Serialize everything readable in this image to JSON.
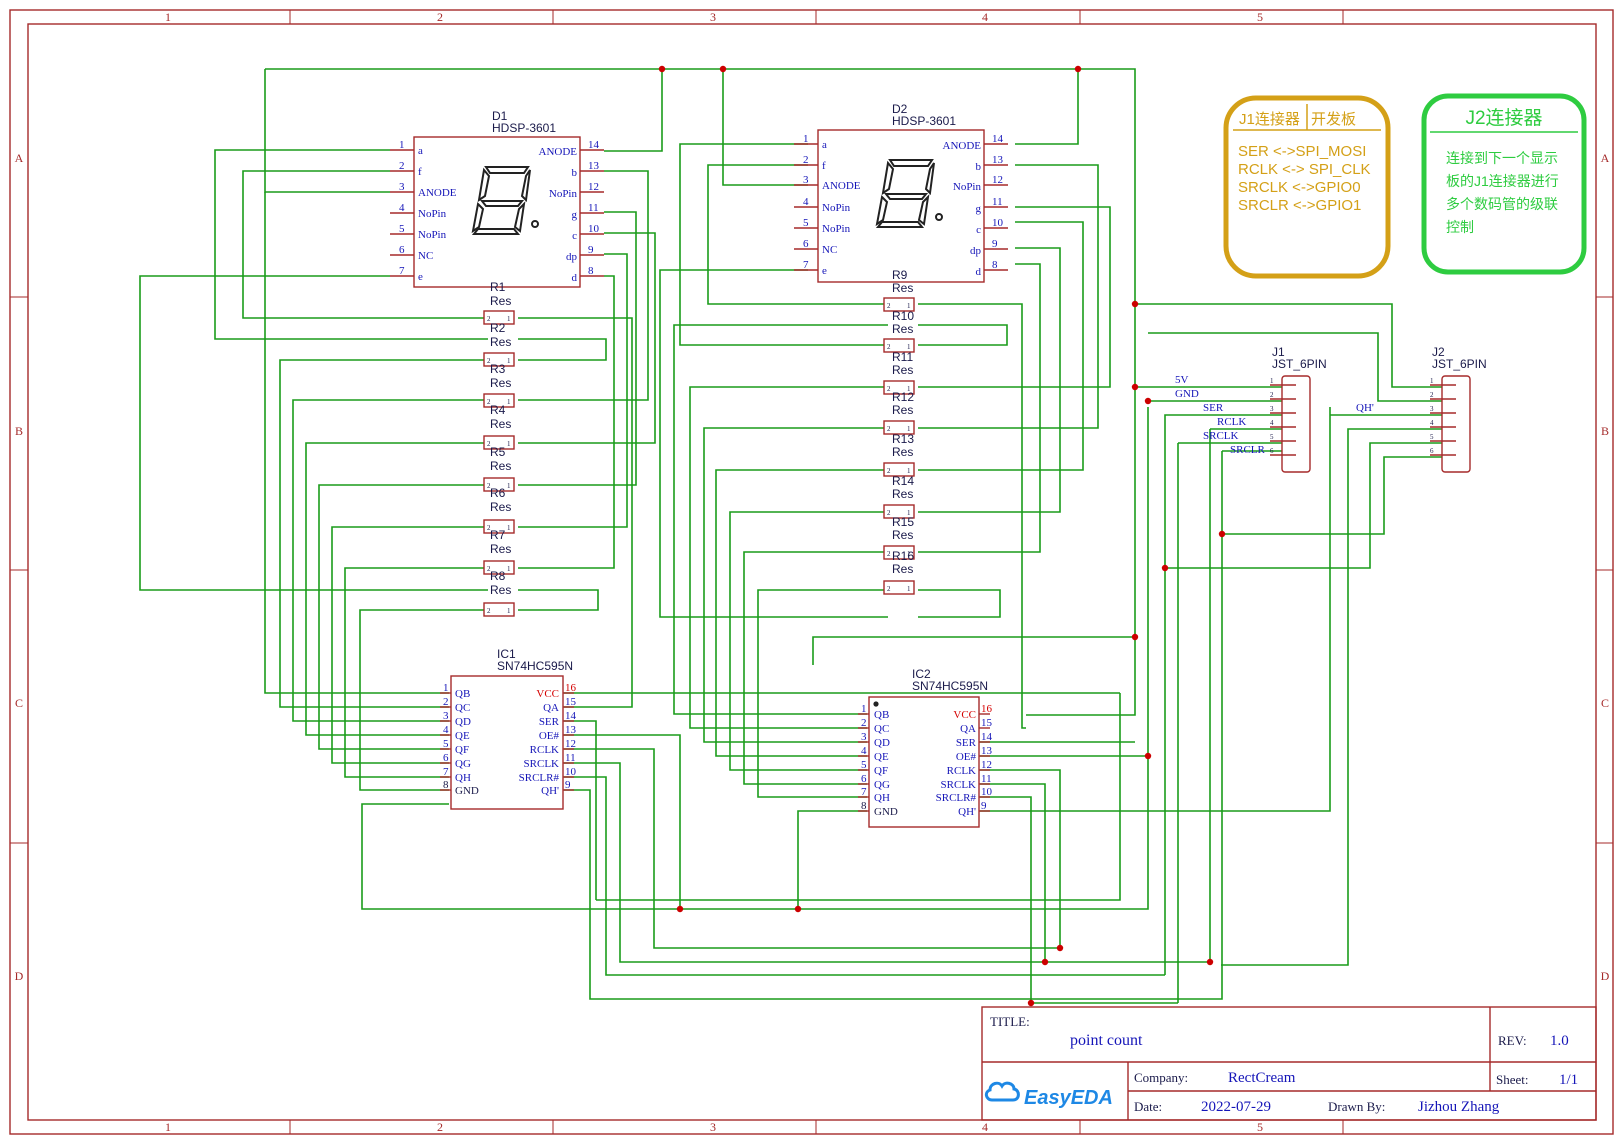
{
  "frame": {
    "columns": [
      "1",
      "2",
      "3",
      "4",
      "5"
    ],
    "rows": [
      "A",
      "B",
      "C",
      "D"
    ]
  },
  "displays": {
    "d1": {
      "ref": "D1",
      "part": "HDSP-3601",
      "left_pins": [
        {
          "num": "1",
          "name": "a"
        },
        {
          "num": "2",
          "name": "f"
        },
        {
          "num": "3",
          "name": "ANODE"
        },
        {
          "num": "4",
          "name": "NoPin"
        },
        {
          "num": "5",
          "name": "NoPin"
        },
        {
          "num": "6",
          "name": "NC"
        },
        {
          "num": "7",
          "name": "e"
        }
      ],
      "right_pins": [
        {
          "num": "14",
          "name": "ANODE"
        },
        {
          "num": "13",
          "name": "b"
        },
        {
          "num": "12",
          "name": "NoPin"
        },
        {
          "num": "11",
          "name": "g"
        },
        {
          "num": "10",
          "name": "c"
        },
        {
          "num": "9",
          "name": "dp"
        },
        {
          "num": "8",
          "name": "d"
        }
      ]
    },
    "d2": {
      "ref": "D2",
      "part": "HDSP-3601",
      "left_pins": [
        {
          "num": "1",
          "name": "a"
        },
        {
          "num": "2",
          "name": "f"
        },
        {
          "num": "3",
          "name": "ANODE"
        },
        {
          "num": "4",
          "name": "NoPin"
        },
        {
          "num": "5",
          "name": "NoPin"
        },
        {
          "num": "6",
          "name": "NC"
        },
        {
          "num": "7",
          "name": "e"
        }
      ],
      "right_pins": [
        {
          "num": "14",
          "name": "ANODE"
        },
        {
          "num": "13",
          "name": "b"
        },
        {
          "num": "12",
          "name": "NoPin"
        },
        {
          "num": "11",
          "name": "g"
        },
        {
          "num": "10",
          "name": "c"
        },
        {
          "num": "9",
          "name": "dp"
        },
        {
          "num": "8",
          "name": "d"
        }
      ]
    }
  },
  "resistors": {
    "left": [
      {
        "ref": "R1",
        "value": "Res"
      },
      {
        "ref": "R2",
        "value": "Res"
      },
      {
        "ref": "R3",
        "value": "Res"
      },
      {
        "ref": "R4",
        "value": "Res"
      },
      {
        "ref": "R5",
        "value": "Res"
      },
      {
        "ref": "R6",
        "value": "Res"
      },
      {
        "ref": "R7",
        "value": "Res"
      },
      {
        "ref": "R8",
        "value": "Res"
      }
    ],
    "right": [
      {
        "ref": "R9",
        "value": "Res"
      },
      {
        "ref": "R10",
        "value": "Res"
      },
      {
        "ref": "R11",
        "value": "Res"
      },
      {
        "ref": "R12",
        "value": "Res"
      },
      {
        "ref": "R13",
        "value": "Res"
      },
      {
        "ref": "R14",
        "value": "Res"
      },
      {
        "ref": "R15",
        "value": "Res"
      },
      {
        "ref": "R16",
        "value": "Res"
      }
    ],
    "pin_a": "2",
    "pin_b": "1"
  },
  "ics": {
    "ic1": {
      "ref": "IC1",
      "part": "SN74HC595N",
      "left_pins": [
        {
          "num": "1",
          "name": "QB"
        },
        {
          "num": "2",
          "name": "QC"
        },
        {
          "num": "3",
          "name": "QD"
        },
        {
          "num": "4",
          "name": "QE"
        },
        {
          "num": "5",
          "name": "QF"
        },
        {
          "num": "6",
          "name": "QG"
        },
        {
          "num": "7",
          "name": "QH"
        },
        {
          "num": "8",
          "name": "GND"
        }
      ],
      "right_pins": [
        {
          "num": "16",
          "name": "VCC"
        },
        {
          "num": "15",
          "name": "QA"
        },
        {
          "num": "14",
          "name": "SER"
        },
        {
          "num": "13",
          "name": "OE#"
        },
        {
          "num": "12",
          "name": "RCLK"
        },
        {
          "num": "11",
          "name": "SRCLK"
        },
        {
          "num": "10",
          "name": "SRCLR#"
        },
        {
          "num": "9",
          "name": "QH'"
        }
      ]
    },
    "ic2": {
      "ref": "IC2",
      "part": "SN74HC595N",
      "left_pins": [
        {
          "num": "1",
          "name": "QB"
        },
        {
          "num": "2",
          "name": "QC"
        },
        {
          "num": "3",
          "name": "QD"
        },
        {
          "num": "4",
          "name": "QE"
        },
        {
          "num": "5",
          "name": "QF"
        },
        {
          "num": "6",
          "name": "QG"
        },
        {
          "num": "7",
          "name": "QH"
        },
        {
          "num": "8",
          "name": "GND"
        }
      ],
      "right_pins": [
        {
          "num": "16",
          "name": "VCC"
        },
        {
          "num": "15",
          "name": "QA"
        },
        {
          "num": "14",
          "name": "SER"
        },
        {
          "num": "13",
          "name": "OE#"
        },
        {
          "num": "12",
          "name": "RCLK"
        },
        {
          "num": "11",
          "name": "SRCLK"
        },
        {
          "num": "10",
          "name": "SRCLR#"
        },
        {
          "num": "9",
          "name": "QH'"
        }
      ]
    }
  },
  "connectors": {
    "j1": {
      "ref": "J1",
      "part": "JST_6PIN",
      "pin_nums": [
        "1",
        "2",
        "3",
        "4",
        "5",
        "6"
      ],
      "nets": [
        "5V",
        "GND",
        "SER",
        "RCLK",
        "SRCLK",
        "SRCLR"
      ]
    },
    "j2": {
      "ref": "J2",
      "part": "JST_6PIN",
      "pin_nums": [
        "1",
        "2",
        "3",
        "4",
        "5",
        "6"
      ],
      "nets": [
        "QH'"
      ]
    }
  },
  "note_j1": {
    "header_left": "J1连接器",
    "header_right": "开发板",
    "lines": [
      "SER  <->SPI_MOSI",
      "RCLK <-> SPI_CLK",
      "SRCLK <->GPIO0",
      "SRCLR <->GPIO1"
    ],
    "color": "#d4a017"
  },
  "note_j2": {
    "title": "J2连接器",
    "lines": [
      "连接到下一个显示",
      "板的J1连接器进行",
      "多个数码管的级联",
      "控制"
    ],
    "color": "#2ecc40"
  },
  "title_block": {
    "title_label": "TITLE:",
    "title": "point count",
    "rev_label": "REV:",
    "rev": "1.0",
    "company_label": "Company:",
    "company": "RectCream",
    "sheet_label": "Sheet:",
    "sheet": "1/1",
    "date_label": "Date:",
    "date": "2022-07-29",
    "drawn_label": "Drawn By:",
    "drawn_by": "Jizhou Zhang",
    "logo": "EasyEDA"
  }
}
